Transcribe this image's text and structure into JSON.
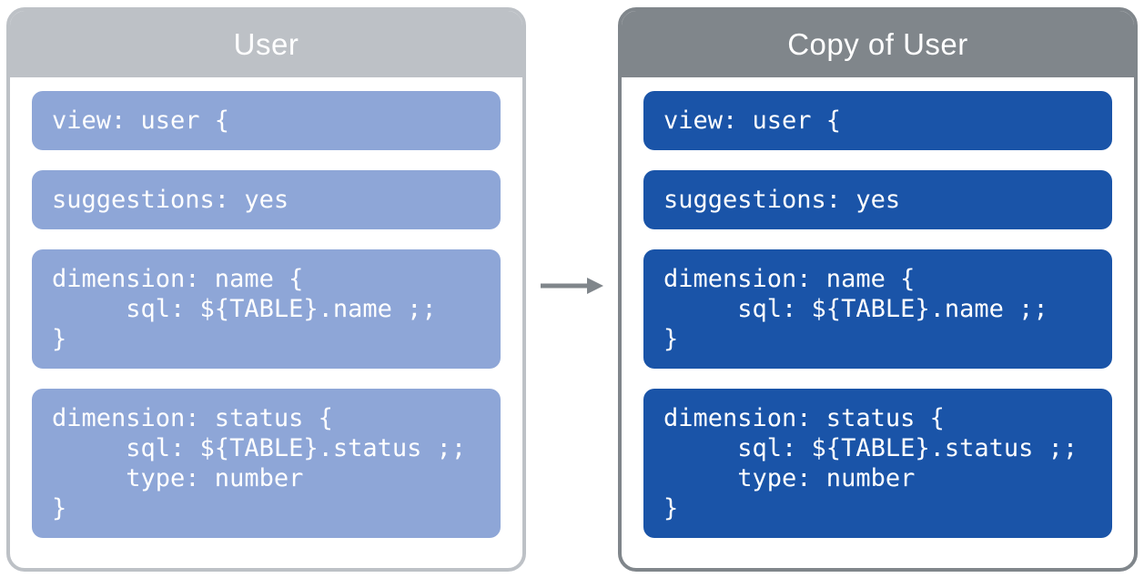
{
  "colors": {
    "background": "#FFFFFF",
    "text": "#FFFFFF",
    "panel-left-frame": "#BDC1C6",
    "panel-right-frame": "#80868B",
    "block-left": "#8EA6D7",
    "block-right": "#1A54A8",
    "arrow": "#80868B"
  },
  "arrow": {
    "icon": "right-arrow"
  },
  "panels": [
    {
      "title": "User",
      "blocks": [
        {
          "name": "view",
          "text": "view: user {"
        },
        {
          "name": "suggestions",
          "text": "suggestions: yes"
        },
        {
          "name": "dimension-name",
          "text": "dimension: name {\n     sql: ${TABLE}.name ;;\n}"
        },
        {
          "name": "dimension-status",
          "text": "dimension: status {\n     sql: ${TABLE}.status ;;\n     type: number\n}"
        }
      ]
    },
    {
      "title": "Copy of User",
      "blocks": [
        {
          "name": "view",
          "text": "view: user {"
        },
        {
          "name": "suggestions",
          "text": "suggestions: yes"
        },
        {
          "name": "dimension-name",
          "text": "dimension: name {\n     sql: ${TABLE}.name ;;\n}"
        },
        {
          "name": "dimension-status",
          "text": "dimension: status {\n     sql: ${TABLE}.status ;;\n     type: number\n}"
        }
      ]
    }
  ]
}
